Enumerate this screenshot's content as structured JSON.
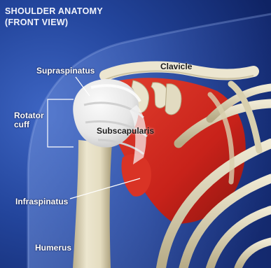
{
  "title": {
    "line1": "SHOULDER ANATOMY",
    "line2": "(FRONT VIEW)"
  },
  "labels": {
    "supraspinatus": "Supraspinatus",
    "clavicle": "Clavicle",
    "rotator_line1": "Rotator",
    "rotator_line2": "cuff",
    "subscapularis": "Subscapularis",
    "infraspinatus": "Infraspinatus",
    "humerus": "Humerus"
  },
  "colors": {
    "background": "#1c3a8c",
    "muscle": "#d42a1e",
    "bone": "#e3ddc6",
    "tendon": "#f1f1f1"
  }
}
